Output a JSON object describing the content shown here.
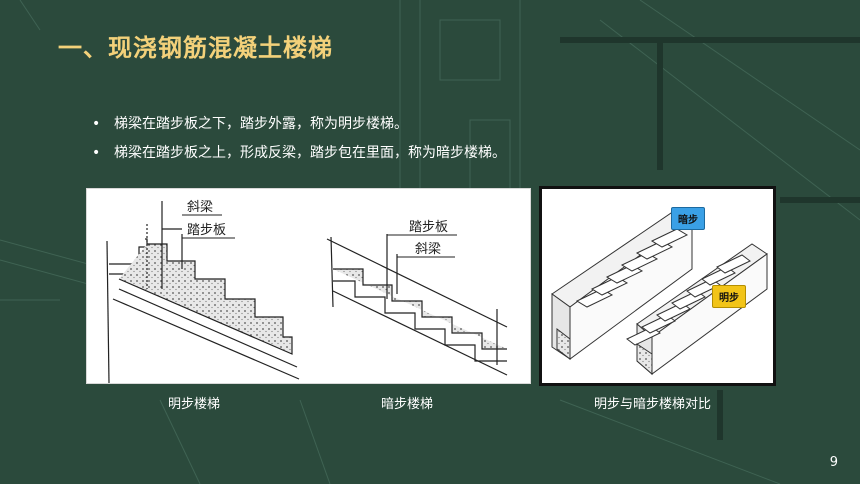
{
  "slide": {
    "title": "一、现浇钢筋混凝土楼梯",
    "bullets": [
      "梯梁在踏步板之下，踏步外露，称为明步楼梯。",
      "梯梁在踏步板之上，形成反梁，踏步包在里面，称为暗步楼梯。"
    ],
    "bullet_glyph": "•",
    "figures": {
      "left": {
        "label_a_top": "斜梁",
        "label_a_bottom": "踏步板",
        "label_b_top": "踏步板",
        "label_b_bottom": "斜梁"
      },
      "right": {
        "tag_dark": "暗步",
        "tag_bright": "明步"
      }
    },
    "captions": {
      "left": "明步楼梯",
      "middle": "暗步楼梯",
      "right": "明步与暗步楼梯对比"
    },
    "page_number": "9"
  },
  "colors": {
    "background": "#2b4a3c",
    "title": "#f3d17a",
    "tag_dark": "#3aa0e6",
    "tag_bright": "#f2c418"
  }
}
